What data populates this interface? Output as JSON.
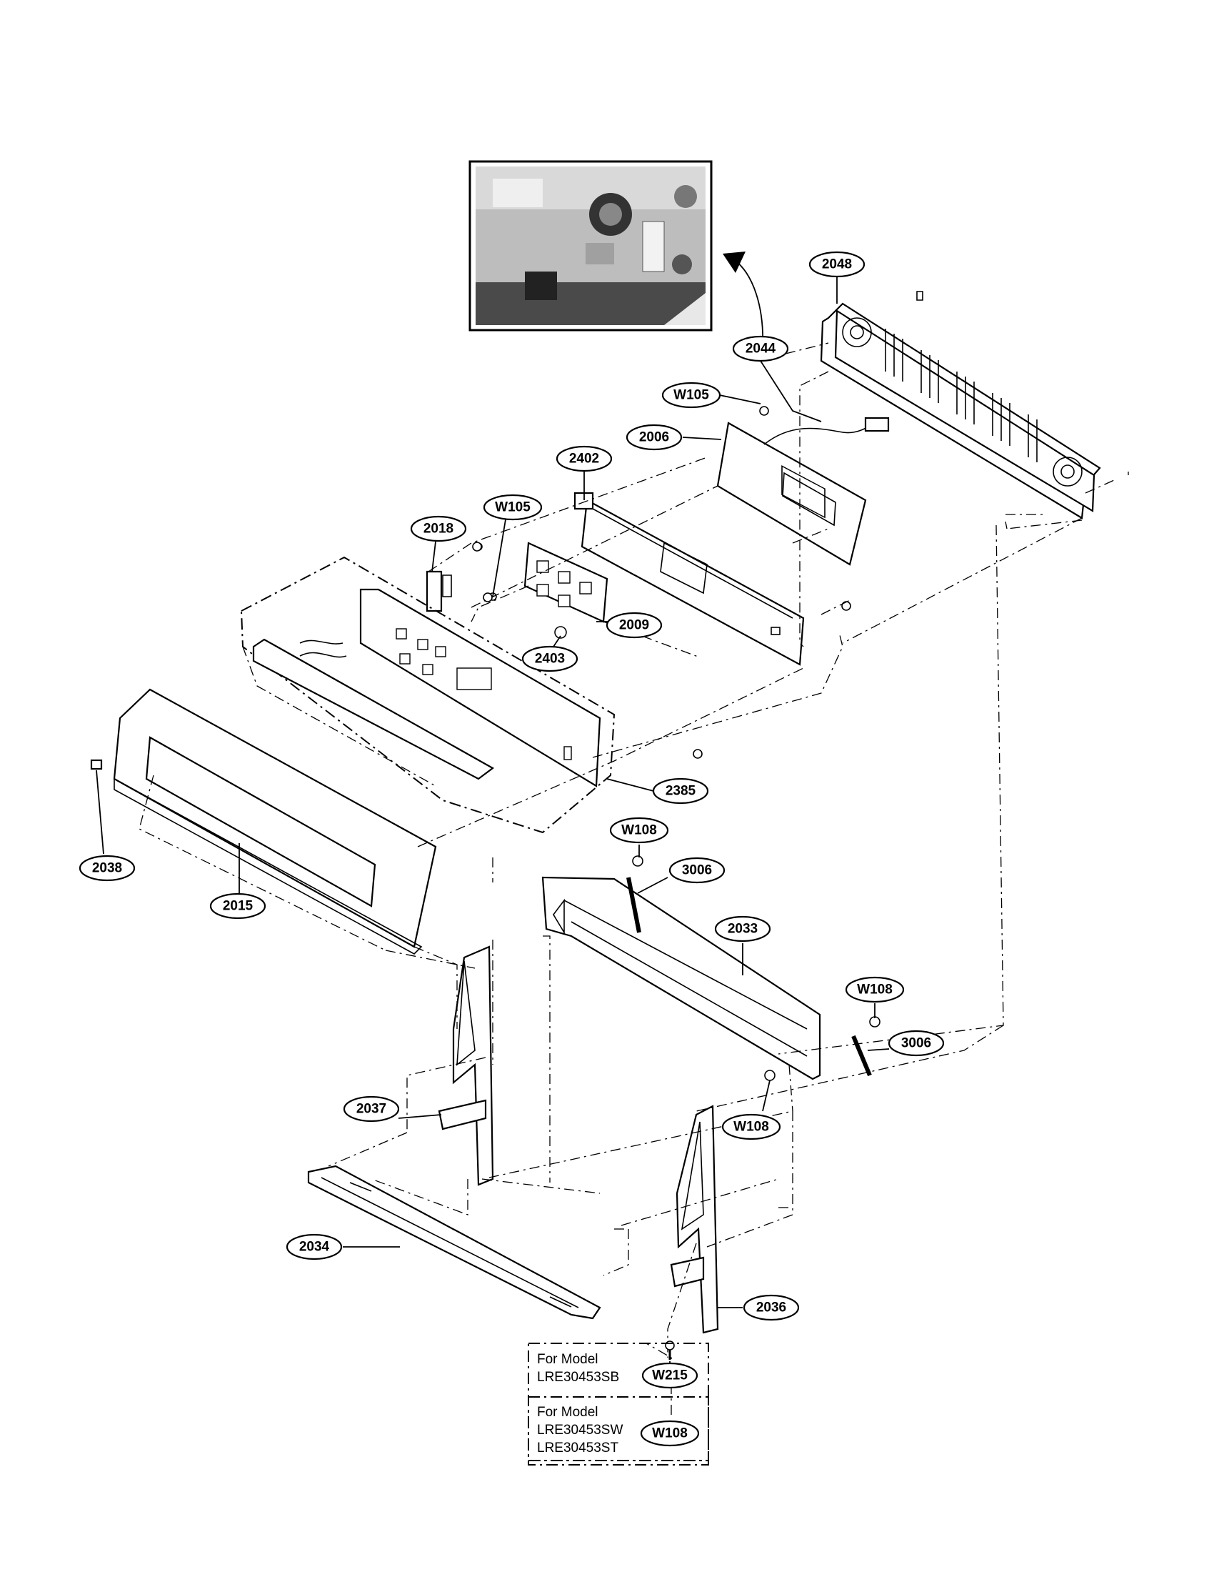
{
  "callouts": [
    {
      "id": "2048",
      "label": "2048"
    },
    {
      "id": "2044",
      "label": "2044"
    },
    {
      "id": "w105-a",
      "label": "W105"
    },
    {
      "id": "2006",
      "label": "2006"
    },
    {
      "id": "2402",
      "label": "2402"
    },
    {
      "id": "w105-b",
      "label": "W105"
    },
    {
      "id": "2018",
      "label": "2018"
    },
    {
      "id": "2009",
      "label": "2009"
    },
    {
      "id": "2403",
      "label": "2403"
    },
    {
      "id": "2385",
      "label": "2385"
    },
    {
      "id": "2038",
      "label": "2038"
    },
    {
      "id": "2015",
      "label": "2015"
    },
    {
      "id": "w108-a",
      "label": "W108"
    },
    {
      "id": "3006-a",
      "label": "3006"
    },
    {
      "id": "2033",
      "label": "2033"
    },
    {
      "id": "w108-b",
      "label": "W108"
    },
    {
      "id": "3006-b",
      "label": "3006"
    },
    {
      "id": "2037",
      "label": "2037"
    },
    {
      "id": "w108-c",
      "label": "W108"
    },
    {
      "id": "2034",
      "label": "2034"
    },
    {
      "id": "2036",
      "label": "2036"
    },
    {
      "id": "w215",
      "label": "W215"
    },
    {
      "id": "w108-d",
      "label": "W108"
    }
  ],
  "model_note": {
    "box1": {
      "line1": "For Model",
      "line2": "LRE30453SB"
    },
    "box2": {
      "line1": "For Model",
      "line2": "LRE30453SW",
      "line3": "LRE30453ST"
    }
  },
  "colors": {
    "ink": "#000000",
    "paper": "#ffffff"
  }
}
